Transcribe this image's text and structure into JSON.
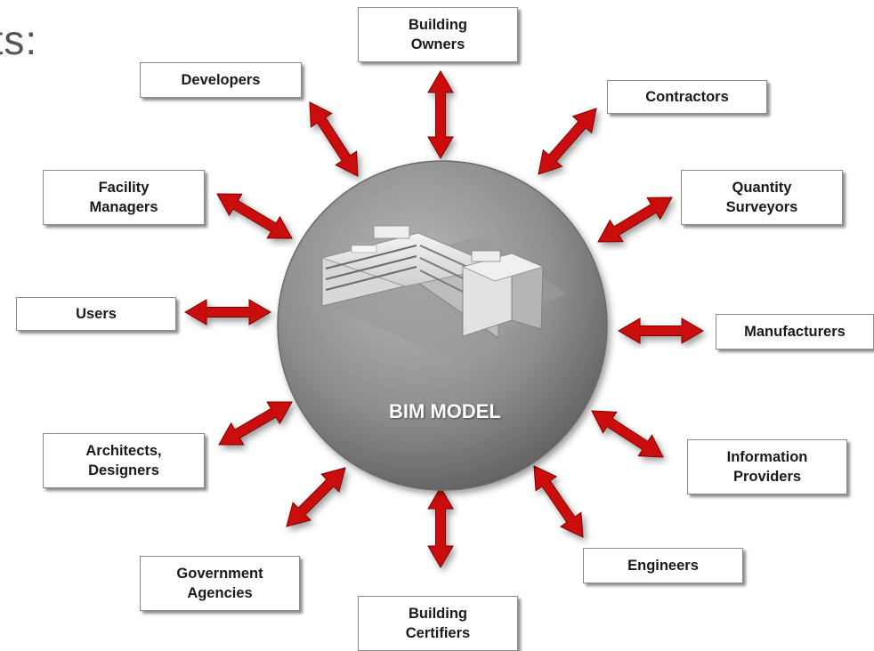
{
  "title_fragment": "ats:",
  "center": {
    "label": "BIM MODEL"
  },
  "colors": {
    "arrow": "#cc1111",
    "circle": "#8c8c8c",
    "box_border": "#8a8a8a"
  },
  "stakeholders": [
    {
      "id": "building-owners",
      "label": "Building\nOwners"
    },
    {
      "id": "developers",
      "label": "Developers"
    },
    {
      "id": "contractors",
      "label": "Contractors"
    },
    {
      "id": "facility-managers",
      "label": "Facility\nManagers"
    },
    {
      "id": "quantity-surveyors",
      "label": "Quantity\nSurveyors"
    },
    {
      "id": "users",
      "label": "Users"
    },
    {
      "id": "manufacturers",
      "label": "Manufacturers"
    },
    {
      "id": "architects-designers",
      "label": "Architects,\nDesigners"
    },
    {
      "id": "information-providers",
      "label": "Information\nProviders"
    },
    {
      "id": "government-agencies",
      "label": "Government\nAgencies"
    },
    {
      "id": "engineers",
      "label": "Engineers"
    },
    {
      "id": "building-certifiers",
      "label": "Building\nCertifiers"
    }
  ]
}
